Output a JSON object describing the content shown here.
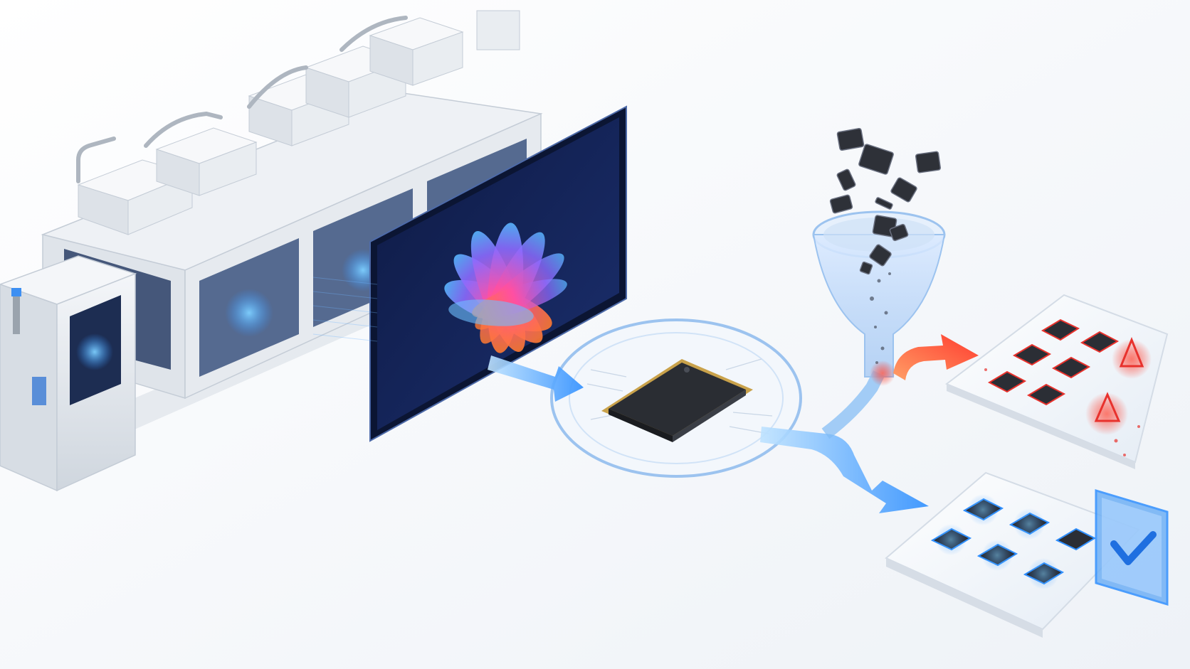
{
  "scene": {
    "background": "#f6f8fb",
    "elements": [
      {
        "name": "production-line-machine",
        "icon": "factory-equipment-icon"
      },
      {
        "name": "inspection-display-panel",
        "icon": "flower-image-icon"
      },
      {
        "name": "microchip-on-platform",
        "icon": "microchip-icon"
      },
      {
        "name": "sorting-funnel",
        "icon": "funnel-icon"
      },
      {
        "name": "defective-chips-tray",
        "icon": "warning-chip-icon"
      },
      {
        "name": "approved-chips-tray",
        "icon": "check-icon"
      }
    ],
    "flows": [
      {
        "name": "display-to-chip-arrow",
        "color": "#3d8ff2"
      },
      {
        "name": "chip-to-approved-arrow",
        "color": "#3d8ff2"
      },
      {
        "name": "funnel-to-defect-arrow",
        "color": "#ff5a36"
      }
    ],
    "colors": {
      "blue_accent": "#3d8ff2",
      "glow_blue": "#4fb6ff",
      "defect_red": "#e8322d",
      "ok_blue": "#2f8fff",
      "chip_body": "#2a2d33",
      "chip_pins": "#c9a24b",
      "machine_white": "#e9edf2"
    },
    "checkmark_icon": "check-icon"
  }
}
